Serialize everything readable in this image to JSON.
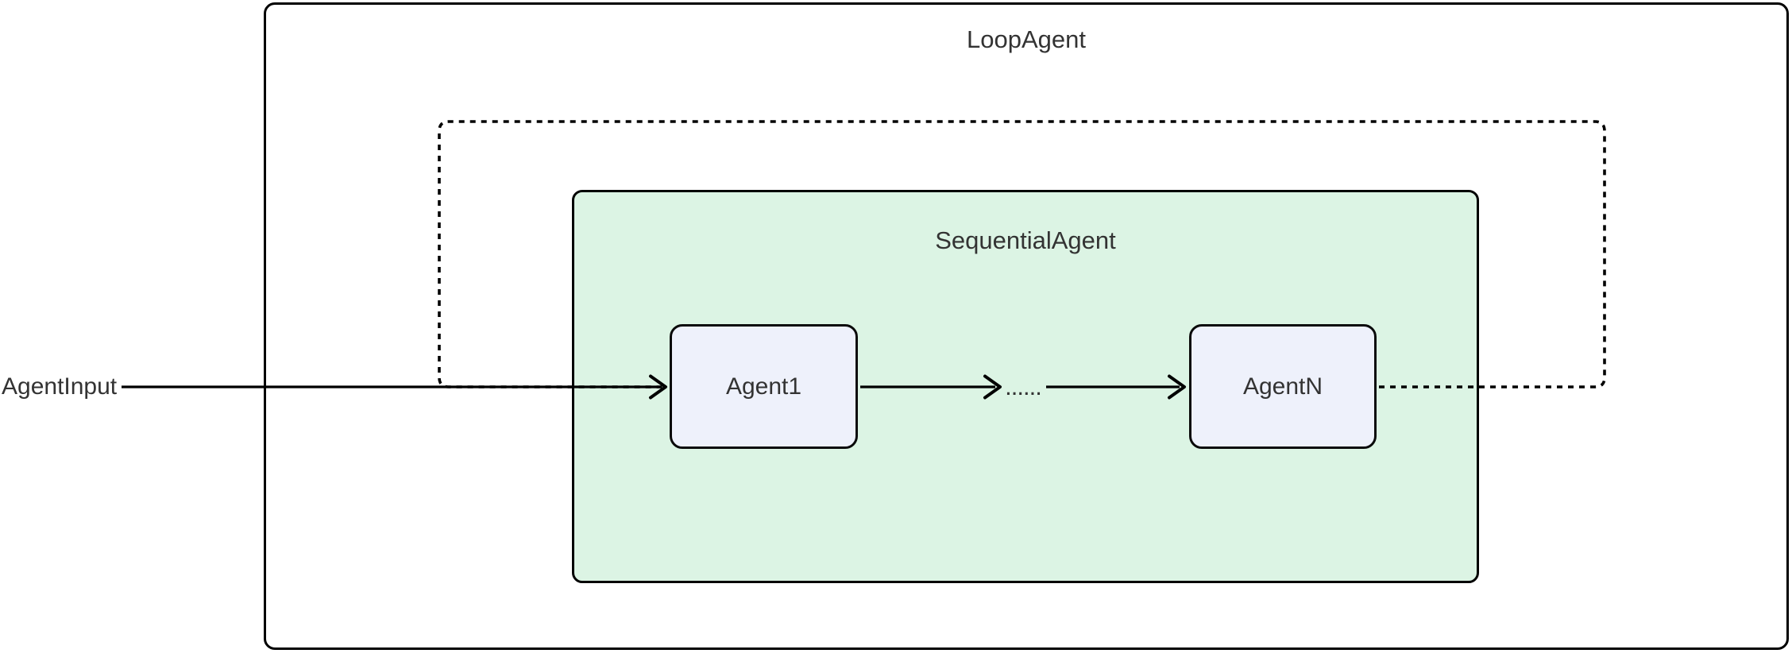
{
  "colors": {
    "background": "#ffffff",
    "outer_border": "#000000",
    "cluster_fill": "#dcf4e4",
    "cluster_border": "#000000",
    "node_fill": "#eef1fb",
    "node_border": "#0a0a0a",
    "edge_stroke": "#000000",
    "text": "#333333"
  },
  "diagram": {
    "outer_group_label": "LoopAgent",
    "inner_group_label": "SequentialAgent",
    "input_label": "AgentInput",
    "nodes": [
      {
        "label": "Agent1"
      },
      {
        "label": "AgentN"
      }
    ],
    "edge_ellipsis_label": "......"
  }
}
